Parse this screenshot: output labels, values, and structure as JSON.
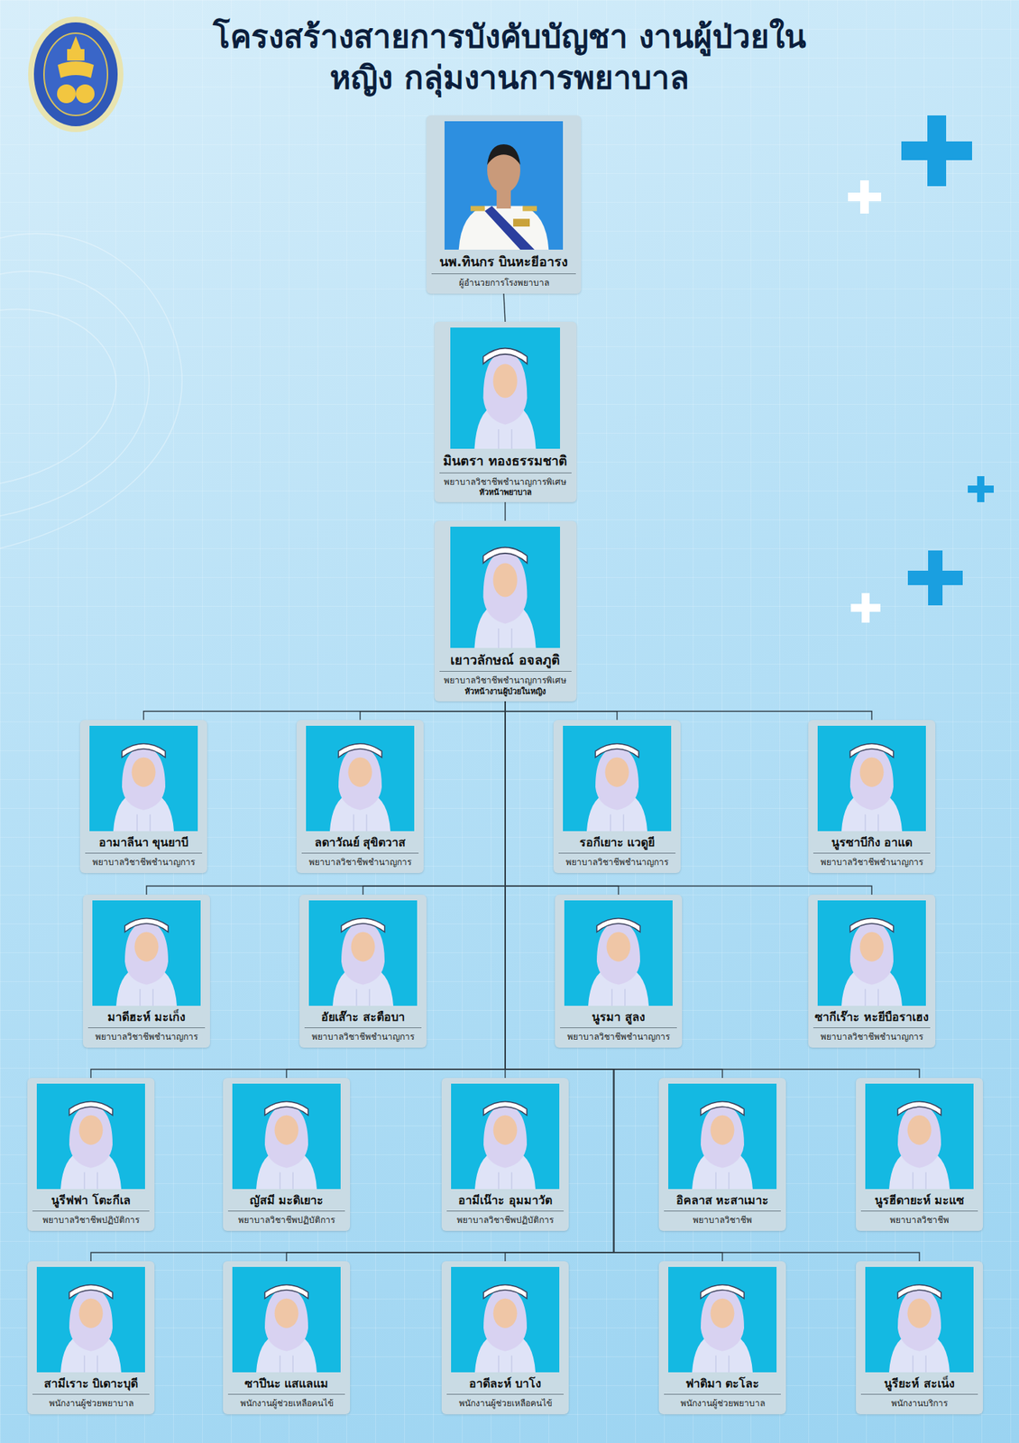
{
  "diagram": {
    "title": "โครงสร้างสายการบังคับบัญชา งานผู้ป่วยในหญิง กลุ่มงานการพยาบาล",
    "nodes": [
      {
        "text": [
          "นพ.ทินกร บินหะยีอารง",
          "ผู้อำนวยการโรงพยาบาล"
        ]
      },
      {
        "text": [
          "มินตรา ทองธรรมชาติ",
          "พยาบาลวิชาชีพชำนาญการพิเศษ",
          "หัวหน้าพยาบาล"
        ]
      },
      {
        "text": [
          "เยาวลักษณ์ อจลภูติ",
          "พยาบาลวิชาชีพชำนาญการพิเศษ",
          "หัวหน้างานผู้ป่วยในหญิง"
        ]
      },
      {
        "text": [
          "อามาลีนา ขุนยาบี",
          "พยาบาลวิชาชีพชำนาญการ"
        ]
      },
      {
        "text": [
          "ลดาวัณย์ สุขิตวาส",
          "พยาบาลวิชาชีพชำนาญการ"
        ]
      },
      {
        "text": [
          "รอกีเยาะ แวดูยี",
          "พยาบาลวิชาชีพชำนาญการ"
        ]
      },
      {
        "text": [
          "นูรซาบีกิง อาแด",
          "พยาบาลวิชาชีพชำนาญการ"
        ]
      },
      {
        "text": [
          "มาดีฮะห์ มะเก็ง",
          "พยาบาลวิชาชีพชำนาญการ"
        ]
      },
      {
        "text": [
          "อัยเส๊าะ สะตือบา",
          "พยาบาลวิชาชีพชำนาญการ"
        ]
      },
      {
        "text": [
          "นูรมา สูลง",
          "พยาบาลวิชาชีพชำนาญการ"
        ]
      },
      {
        "text": [
          "ซากีเร๊าะ หะยีบือราเฮง",
          "พยาบาลวิชาชีพชำนาญการ"
        ]
      },
      {
        "text": [
          "นูรีฟฟา โตะกีเล",
          "พยาบาลวิชาชีพปฏิบัติการ"
        ]
      },
      {
        "text": [
          "ญัสมี มะดิเยาะ",
          "พยาบาลวิชาชีพปฏิบัติการ"
        ]
      },
      {
        "text": [
          "อามีเน๊าะ อุมมาวัต",
          "พยาบาลวิชาชีพปฏิบัติการ"
        ]
      },
      {
        "text": [
          "อิคลาส หะสาเมาะ",
          "พยาบาลวิชาชีพ"
        ]
      },
      {
        "text": [
          "นูรฮีดายะห์ มะแซ",
          "พยาบาลวิชาชีพ"
        ]
      },
      {
        "text": [
          "สามีเราะ บิเดาะบุดี",
          "พนักงานผู้ช่วยพยาบาล"
        ]
      },
      {
        "text": [
          "ซาปีนะ แสแลแม",
          "พนักงานผู้ช่วยเหลือคนไข้"
        ]
      },
      {
        "text": [
          "อาดีละห์ บาโง",
          "พนักงานผู้ช่วยเหลือคนไข้"
        ]
      },
      {
        "text": [
          "ฟาติมา ตะโละ",
          "พนักงานผู้ช่วยพยาบาล"
        ]
      },
      {
        "text": [
          "นูรียะห์ สะเน็ง",
          "พนักงานบริการ"
        ]
      }
    ],
    "edges": [
      {
        "from": 0,
        "to": 1,
        "arrow": "none"
      },
      {
        "from": 1,
        "to": 2,
        "arrow": "none"
      },
      {
        "from": 2,
        "to": 3,
        "arrow": "none"
      },
      {
        "from": 2,
        "to": 4,
        "arrow": "none"
      },
      {
        "from": 2,
        "to": 5,
        "arrow": "none"
      },
      {
        "from": 2,
        "to": 6,
        "arrow": "none"
      },
      {
        "from": 2,
        "to": 7,
        "arrow": "none"
      },
      {
        "from": 2,
        "to": 8,
        "arrow": "none"
      },
      {
        "from": 2,
        "to": 9,
        "arrow": "none"
      },
      {
        "from": 2,
        "to": 10,
        "arrow": "none"
      },
      {
        "from": 2,
        "to": 11,
        "arrow": "none"
      },
      {
        "from": 2,
        "to": 12,
        "arrow": "none"
      },
      {
        "from": 2,
        "to": 13,
        "arrow": "none"
      },
      {
        "from": 2,
        "to": 14,
        "arrow": "none"
      },
      {
        "from": 2,
        "to": 15,
        "arrow": "none"
      },
      {
        "from": 2,
        "to": 16,
        "arrow": "none"
      },
      {
        "from": 2,
        "to": 17,
        "arrow": "none"
      },
      {
        "from": 2,
        "to": 18,
        "arrow": "none"
      },
      {
        "from": 2,
        "to": 19,
        "arrow": "none"
      },
      {
        "from": 2,
        "to": 20,
        "arrow": "none"
      }
    ]
  }
}
